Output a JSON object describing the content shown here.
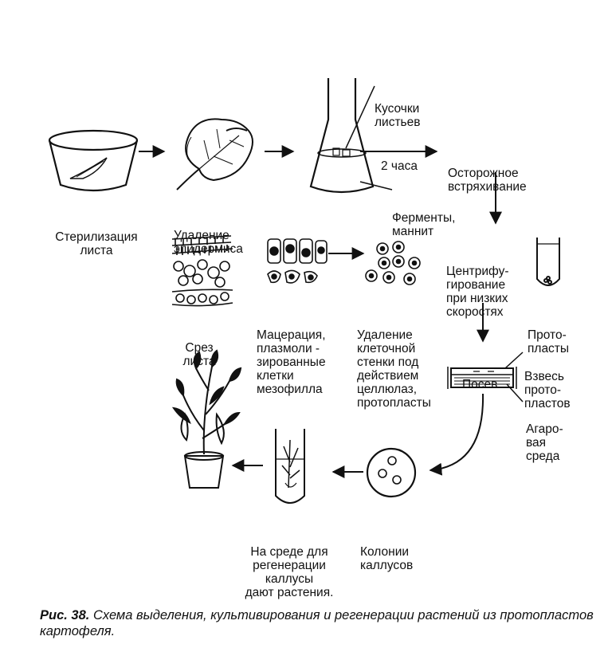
{
  "labels": {
    "sterilization": [
      "Стерилизация",
      "листа"
    ],
    "epidermis_removal": [
      "Удаление",
      "эпидермиса"
    ],
    "leaf_pieces": [
      "Кусочки",
      "листьев"
    ],
    "two_hours": [
      "2 часа"
    ],
    "gentle_shaking": [
      "Осторожное",
      "встряхивание"
    ],
    "enzymes": [
      "Ферменты,",
      "маннит"
    ],
    "leaf_section": [
      "Срез",
      "листа"
    ],
    "maceration": [
      "Мацерация,",
      "плазмоли -",
      "зированные",
      "клетки",
      "мезофилла"
    ],
    "wall_removal": [
      "Удаление",
      "клеточной",
      "стенки под",
      "действием",
      "целлюлаз,",
      "протопласты"
    ],
    "centrifugation": [
      "Центрифу-",
      "гирование",
      "при низких",
      "скоростях"
    ],
    "protoplasts": [
      "Прото-",
      "пласты"
    ],
    "plating": [
      "Посев"
    ],
    "suspension": [
      "Взвесь",
      "прото-",
      "пластов"
    ],
    "agar": [
      "Агаро-",
      "вая",
      "среда"
    ],
    "regeneration": [
      "На среде для",
      "регенерации",
      "каллусы",
      "дают растения."
    ],
    "callus_colonies": [
      "Колонии",
      "каллусов"
    ]
  },
  "caption": {
    "label": "Рис. 38.",
    "text": " Схема выделения, культивирования и регенерации растений из протопластов картофеля."
  }
}
